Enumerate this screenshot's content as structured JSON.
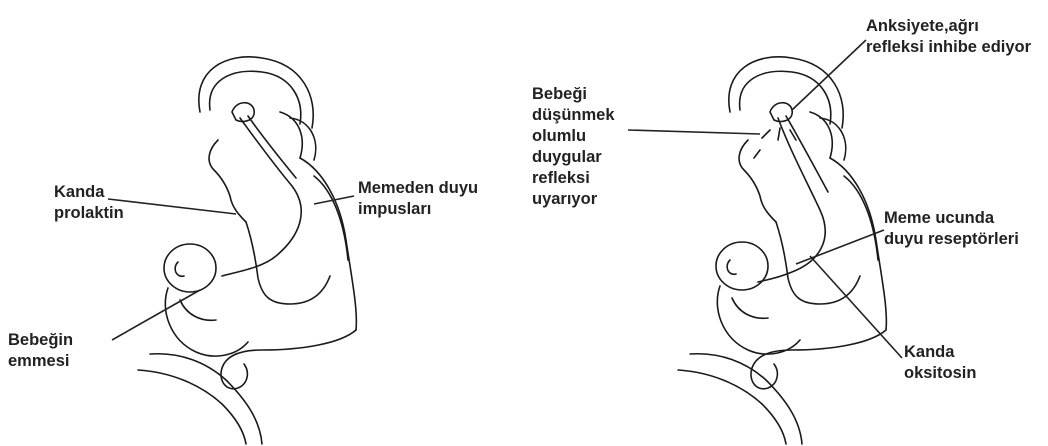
{
  "diagrams": [
    {
      "labels": {
        "prolactin": [
          "Kanda",
          "prolaktin"
        ],
        "sensory_impulses": [
          "Memeden duyu",
          "impusları"
        ],
        "suckling": [
          "Bebeğin",
          "emmesi"
        ]
      }
    },
    {
      "labels": {
        "anxiety_pain": [
          "Anksiyete,ağrı",
          "refleksi inhibe ediyor"
        ],
        "positive_thoughts": [
          "Bebeği",
          "düşünmek",
          "olumlu",
          "duygular",
          "refleksi",
          "uyarıyor"
        ],
        "nipple_receptors": [
          "Meme ucunda",
          "duyu reseptörleri"
        ],
        "oxytocin": [
          "Kanda",
          "oksitosin"
        ]
      }
    }
  ]
}
